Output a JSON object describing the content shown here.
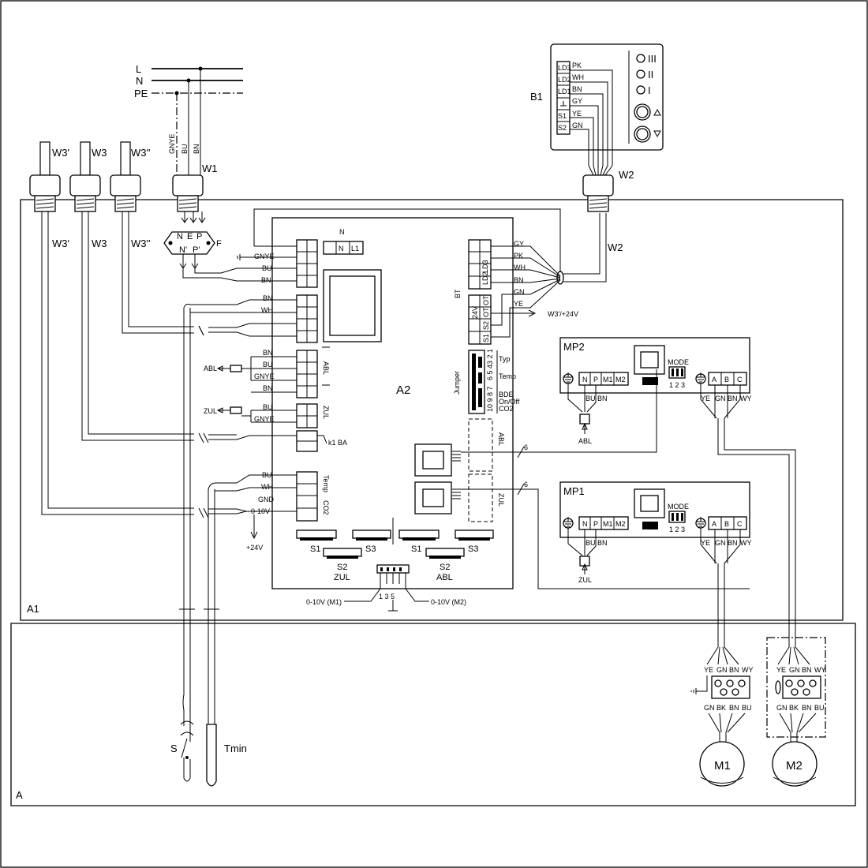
{
  "supply": {
    "L": "L",
    "N": "N",
    "PE": "PE",
    "w1_cores": [
      "GNYE",
      "BU",
      "BN"
    ],
    "w1": "W1"
  },
  "glands": {
    "w3p": "W3'",
    "w3": "W3",
    "w3pp": "W3''",
    "w1": "W1",
    "w2": "W2"
  },
  "filter": {
    "label": "F",
    "n": "N",
    "e": "E",
    "p": "P",
    "n2": "N'",
    "p2": "P'"
  },
  "a2": {
    "label": "A2",
    "left_power_wires": [
      "GNYE",
      "BU",
      "BN"
    ],
    "block_n": "N",
    "block_n_pins": [
      "N",
      "L1"
    ],
    "input_wires": [
      "BN",
      "WH"
    ],
    "abl": {
      "name": "ABL",
      "wires": [
        "BN",
        "BU",
        "GNYE",
        "BN"
      ]
    },
    "zul": {
      "name": "ZUL",
      "wires": [
        "BU",
        "GNYE"
      ]
    },
    "ba": "k1  BA",
    "sensor": {
      "wires": [
        "BU",
        "WH",
        "GND",
        "0-10V"
      ],
      "temp": "Temp",
      "co2": "CO2",
      "plus24": "+24V"
    },
    "bt": {
      "name": "BT",
      "pins": [
        "LD3",
        "LD2",
        "LD1"
      ],
      "wires": [
        "GY",
        "PK",
        "WH",
        "BN",
        "GN",
        "YE"
      ],
      "out": "W3'/+24V",
      "pins2": [
        "24V",
        "OT",
        "OT",
        "S2",
        "S1"
      ]
    },
    "jumper": {
      "name": "Jumper",
      "rows": [
        "3 2 1",
        "6 5 4",
        "10 9 8 7"
      ],
      "labels": [
        "Typ",
        "Temp",
        "BDE",
        "On/Off",
        "CO2"
      ]
    },
    "rj": {
      "abl": "ABL",
      "zul": "ZUL",
      "six": "6"
    },
    "switches": [
      "S1",
      "S3",
      "S1",
      "S3"
    ],
    "s2": [
      {
        "name": "S2",
        "sub": "ZUL"
      },
      {
        "name": "S2",
        "sub": "ABL"
      }
    ],
    "conn": {
      "pins": "1  3  5",
      "m1": "0-10V (M1)",
      "m2": "0-10V (M2)"
    }
  },
  "b1": {
    "label": "B1",
    "pins": [
      "LD3",
      "LD2",
      "LD1",
      "S1",
      "S2"
    ],
    "wires": [
      "PK",
      "WH",
      "BN",
      "GY",
      "YE",
      "GN"
    ],
    "levels": [
      "III",
      "II",
      "I"
    ]
  },
  "mp2": {
    "label": "MP2",
    "pins": [
      "N",
      "P",
      "M1",
      "M2"
    ],
    "mode": "MODE",
    "mode_nums": "1 2 3",
    "abc": [
      "A",
      "B",
      "C"
    ],
    "bottom": [
      "BU",
      "BN"
    ],
    "out": [
      "YE",
      "GN",
      "BN",
      "WY"
    ],
    "tag": "ABL"
  },
  "mp1": {
    "label": "MP1",
    "pins": [
      "N",
      "P",
      "M1",
      "M2"
    ],
    "mode": "MODE",
    "mode_nums": "1 2 3",
    "abc": [
      "A",
      "B",
      "C"
    ],
    "bottom": [
      "BU",
      "BN"
    ],
    "out": [
      "YE",
      "GN",
      "BN",
      "WY"
    ],
    "tag": "ZUL"
  },
  "motor_term": {
    "top": [
      "YE",
      "GN",
      "BN",
      "WY"
    ],
    "bottom": [
      "GN",
      "BK",
      "BN",
      "BU"
    ]
  },
  "motors": {
    "m1": "M1",
    "m2": "M2"
  },
  "devices": {
    "s": "S",
    "tmin": "Tmin"
  },
  "regions": {
    "a1": "A1",
    "a": "A"
  }
}
